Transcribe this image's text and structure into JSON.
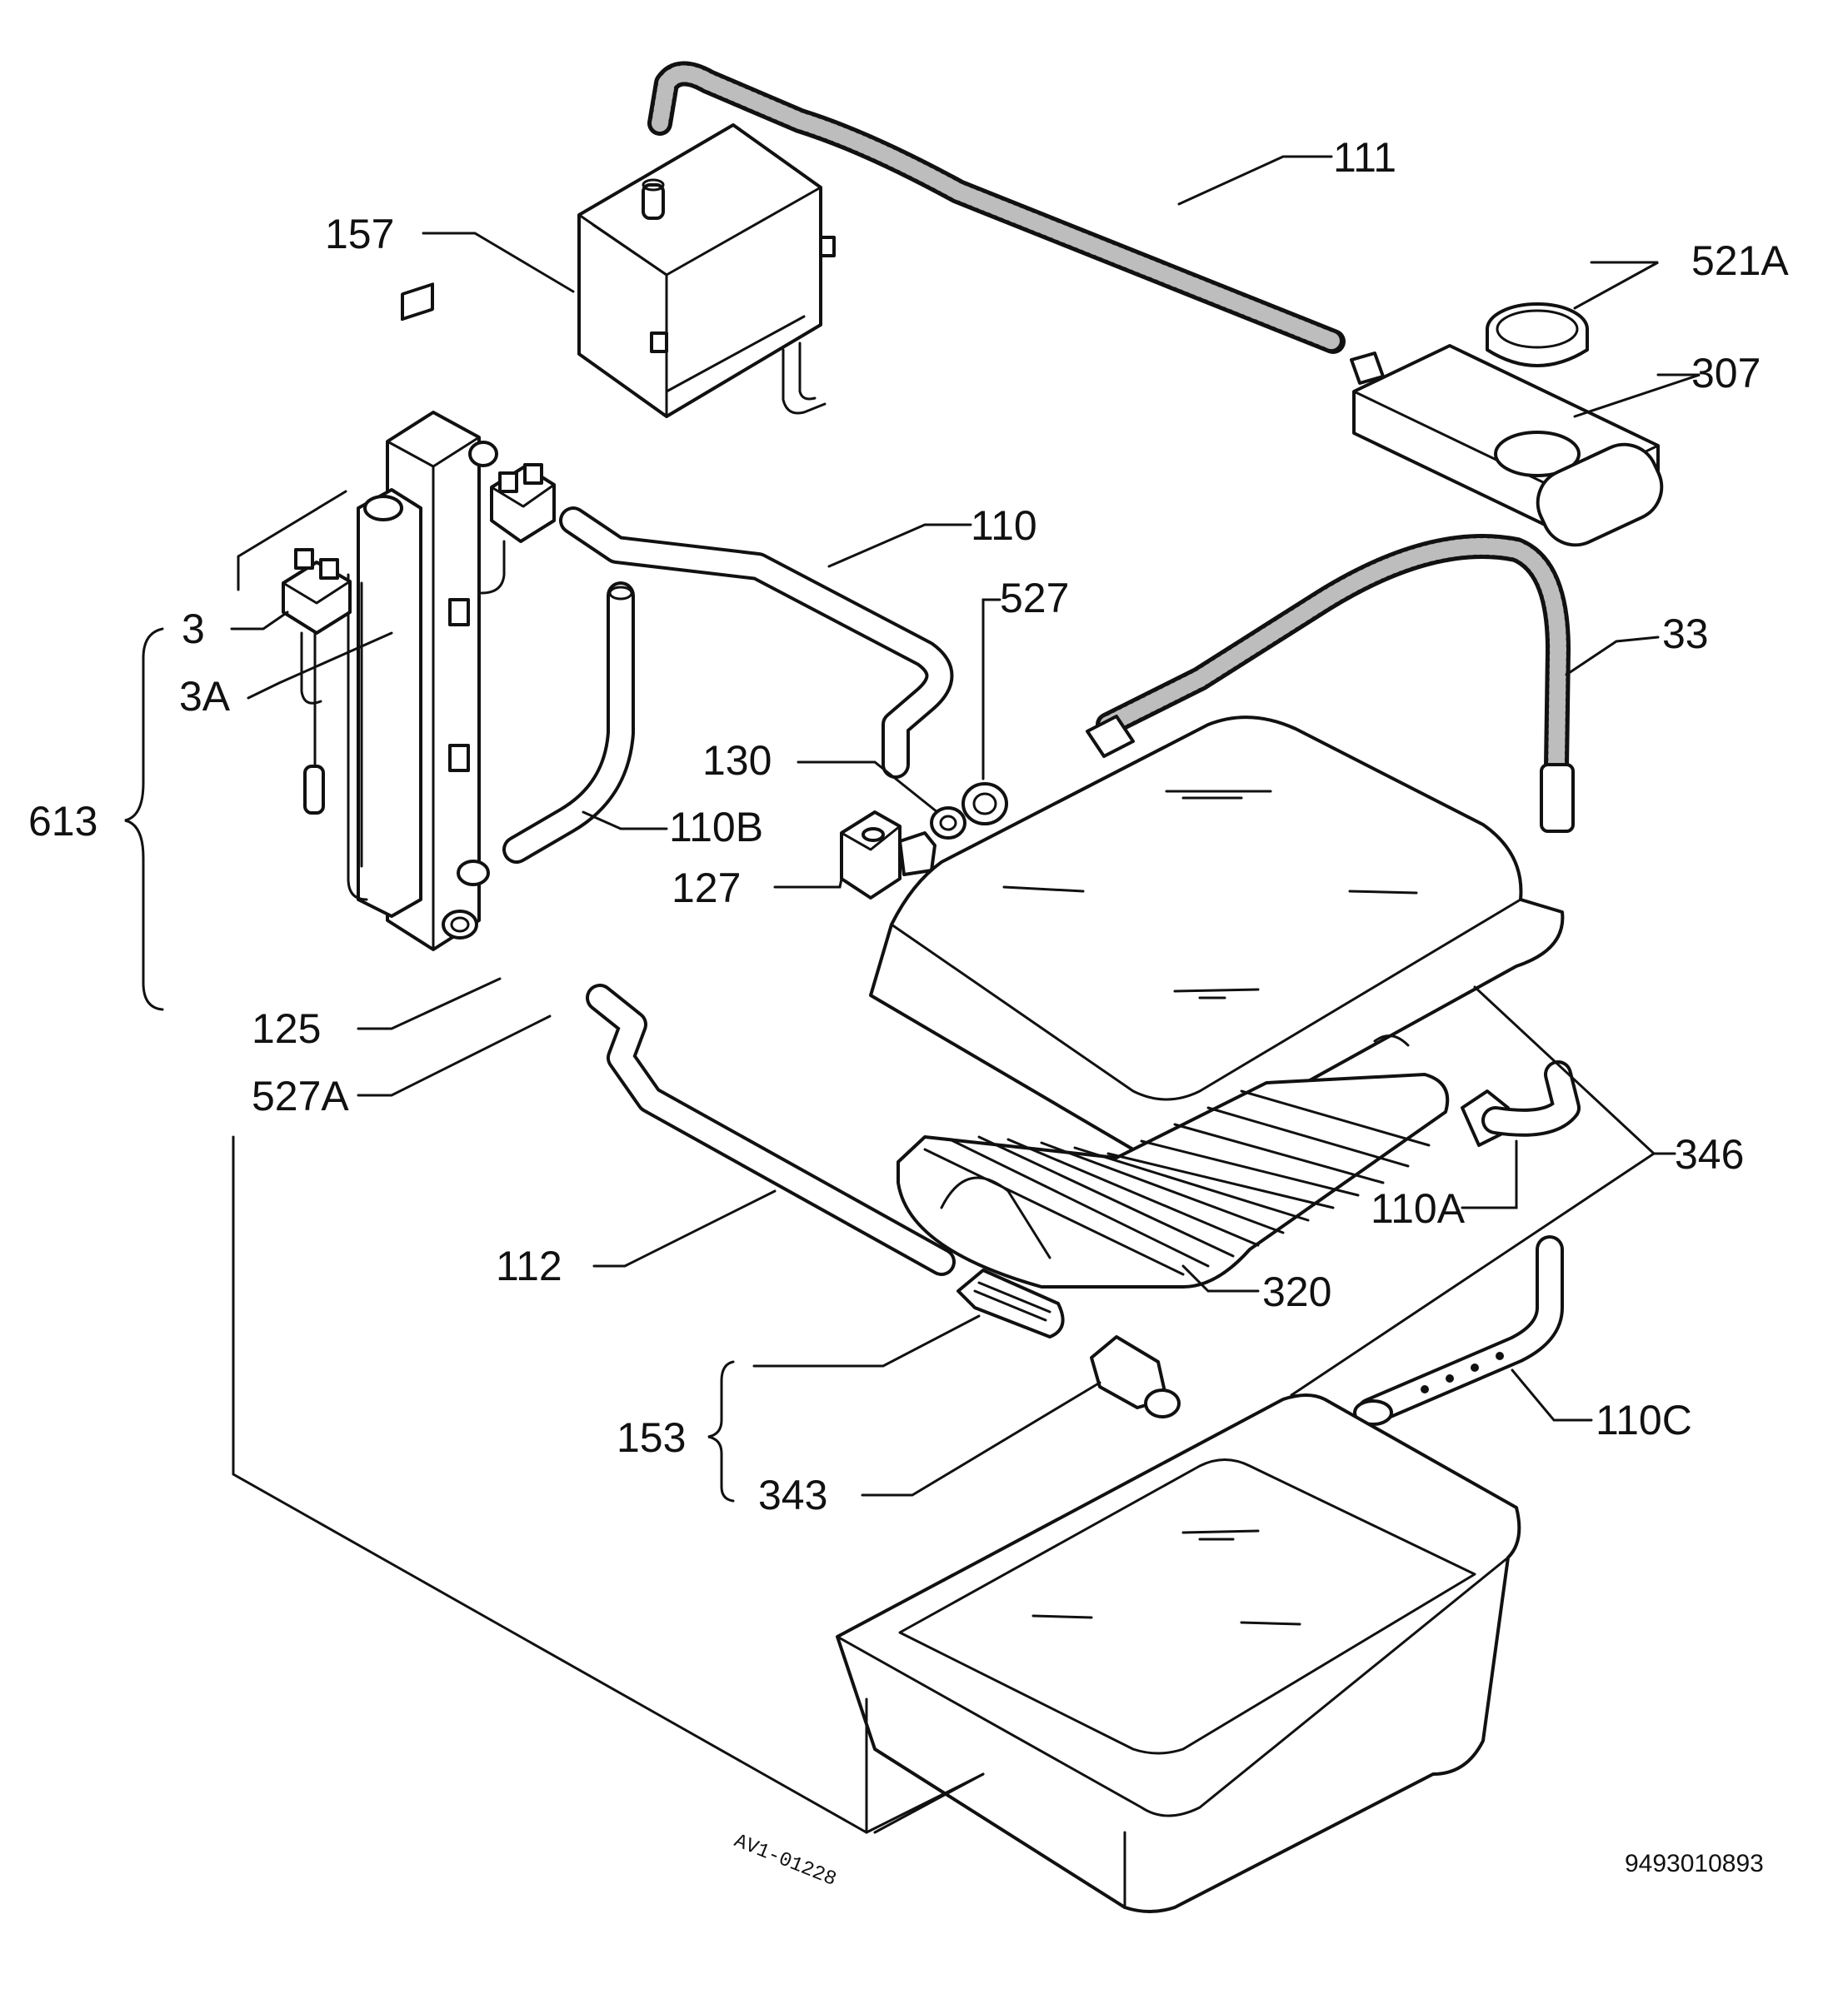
{
  "labels": {
    "l111": "111",
    "l157": "157",
    "l521A": "521A",
    "l307": "307",
    "l110": "110",
    "l527": "527",
    "l33": "33",
    "l3": "3",
    "l3A": "3A",
    "l613": "613",
    "l130": "130",
    "l110B": "110B",
    "l127": "127",
    "l125": "125",
    "l527A": "527A",
    "l346": "346",
    "l110A": "110A",
    "l112": "112",
    "l320": "320",
    "l153": "153",
    "l343": "343",
    "l110C": "110C"
  },
  "drawing_code": "AV1-01228",
  "document_number": "9493010893"
}
